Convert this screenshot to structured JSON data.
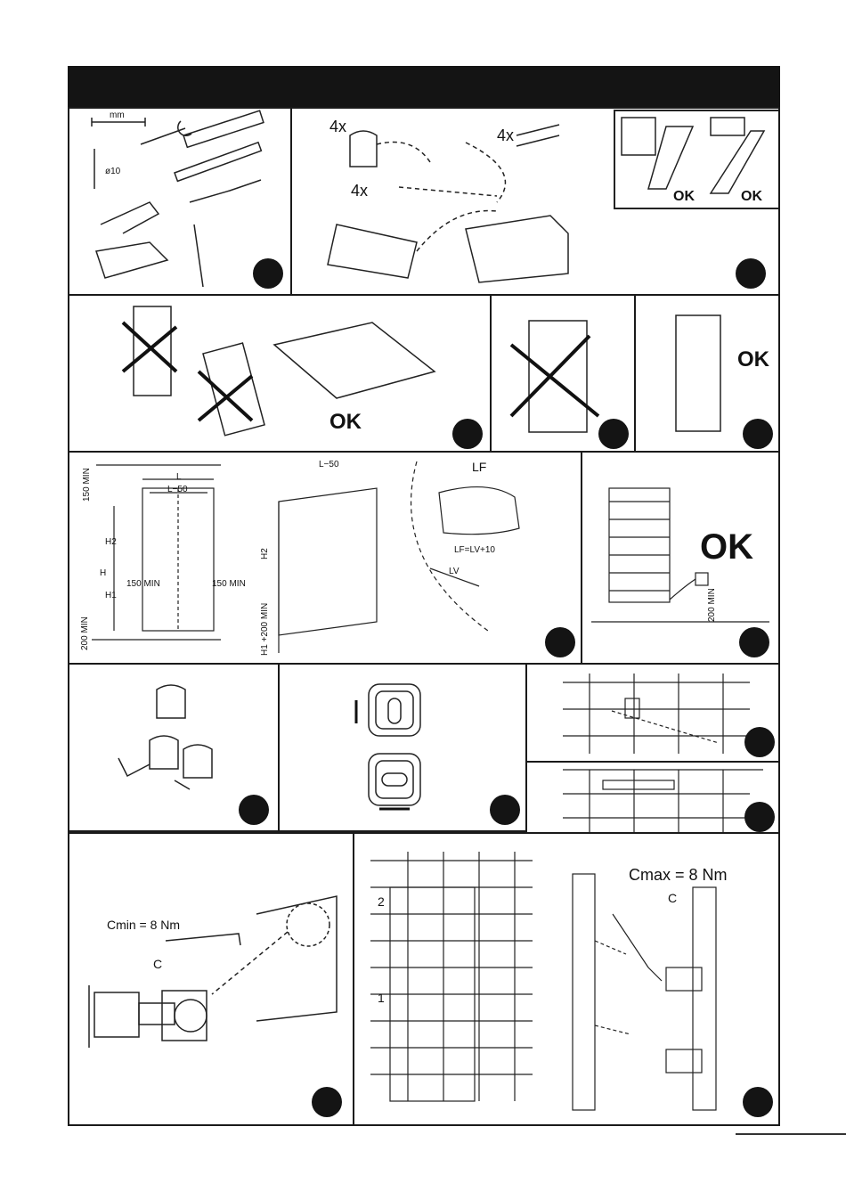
{
  "labels": {
    "p2_4x_clip": "4x",
    "p2_4x_plug": "4x",
    "p2_4x_screw": "4x",
    "p2_ok1": "OK",
    "p2_ok2": "OK",
    "p3_ok": "OK",
    "p5_ok": "OK",
    "p6_L": "L",
    "p6_L50": "L−50",
    "p6_150top": "150 MIN",
    "p6_H": "H",
    "p6_H1": "H1",
    "p6_H2": "H2",
    "p6_150mid": "150 MIN",
    "p6_150right": "150 MIN",
    "p6_200": "200 MIN",
    "p6_L50b": "L−50",
    "p6_H2b": "H2",
    "p6_H1200": "H1 +200 MIN",
    "p6_LF": "LF",
    "p6_LFeq": "LF=LV+10",
    "p6_LV": "LV",
    "p7_ok": "OK",
    "p7_200": "200 MIN",
    "p12_cmin": "Cmin = 8 Nm",
    "p12_c": "C",
    "p13_cmax": "Cmax = 8 Nm",
    "p13_c": "C",
    "p13_2": "2",
    "p13_1": "1",
    "p1_mm": "mm",
    "p1_10": "ø10"
  },
  "icons": [
    "wrench-icon",
    "level-icon",
    "screwdriver-icon",
    "allen-key-icon",
    "drill-icon",
    "torque-wrench-icon",
    "cardboard-box-icon",
    "cross-icon",
    "double-arrow-icon"
  ]
}
